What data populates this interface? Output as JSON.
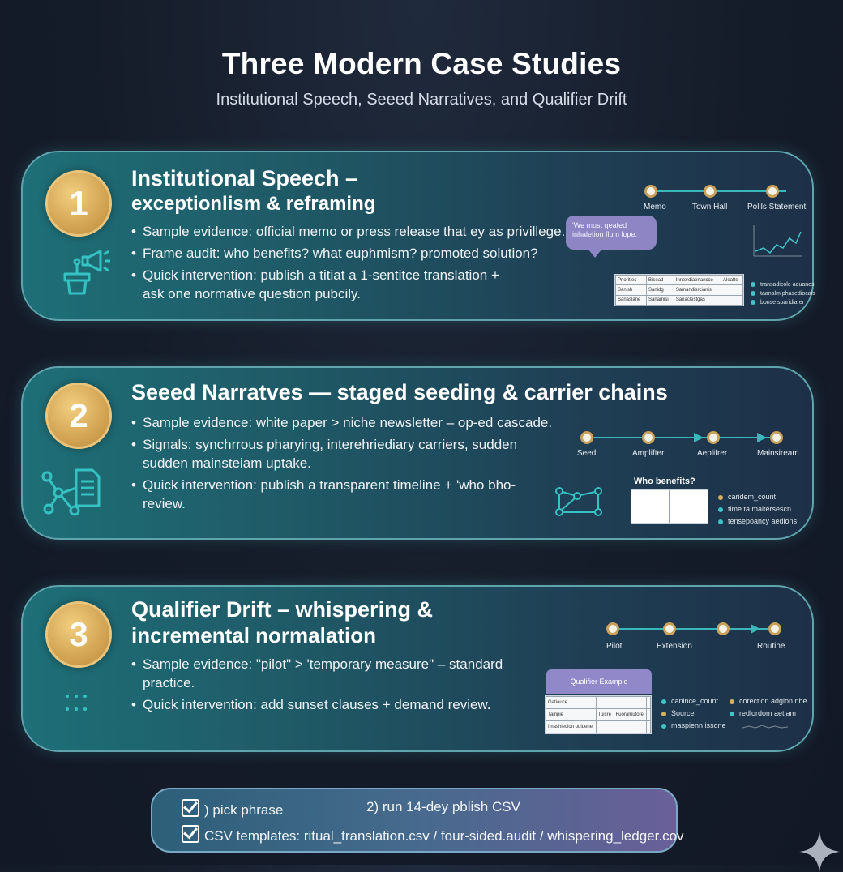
{
  "header": {
    "title": "Three Modern Case Studies",
    "subtitle": "Institutional Speech, Seeed Narratives, and Qualifier Drift"
  },
  "cases": [
    {
      "number": "1",
      "title_line1": "Institutional Speech –",
      "title_line2": "exceptionlism & reframing",
      "bullets": [
        "Sample evidence: official memo or press release that ey as privillege.",
        "Frame audit: who benefits? what euphmism? promoted solution?",
        "Quick intervention: publish a titiat a 1-sentitce translation +\nask one normative question pubcily."
      ],
      "timeline": [
        "Memo",
        "Town Hall",
        "Polils Statement"
      ],
      "speech_bubble": "'We must geated inhaletion flum lope.",
      "table_rows": [
        [
          "Priorities",
          "Bisead",
          "Innterdiaenancce",
          "Aleatte"
        ],
        [
          "Sanish",
          "Sanidg",
          "Samandisrcianis",
          ""
        ],
        [
          "Sanaslane",
          "Sanamisi",
          "Sanaclestgas",
          ""
        ]
      ],
      "legend": [
        "transadicole aquanes",
        "taanalm phasediocais",
        "bonse sparidiarer"
      ],
      "icon": "podium-megaphone-icon"
    },
    {
      "number": "2",
      "title": "Seeed Narratves — staged seeding & carrier chains",
      "bullets": [
        "Sample evidence: white paper > niche newsletter – op-ed cascade.",
        "Signals: synchrrous pharying, interehriediary carriers, sudden\nsudden mainsteiam uptake.",
        "Quick intervention: publish a transparent timeline + 'who bho-\nreview."
      ],
      "timeline": [
        "Seed",
        "Amplifter",
        "Aeplifrer",
        "Mainsiream"
      ],
      "who_label": "Who benefits?",
      "legend": [
        "caridem_count",
        "time ta maltersescn",
        "tensepoancy aedions"
      ],
      "icon": "network-document-icon"
    },
    {
      "number": "3",
      "title_line1": "Qualifier Drift – whispering &",
      "title_line2": "incremental normalation",
      "bullets": [
        "Sample evidence: \"pilot\" > 'temporary measure\" – standard\npractice.",
        "Quick intervention: add sunset clauses + demand review."
      ],
      "timeline": [
        "Pilot",
        "Extension",
        "Routine"
      ],
      "qualifier_header": "Qualifier Example",
      "table_rows": [
        [
          "Gatiauce",
          "",
          "",
          ""
        ],
        [
          "Tainpie",
          "Tuisre",
          "Fuoramutore",
          ""
        ],
        [
          "Imashiecion ouldene",
          "",
          "",
          ""
        ]
      ],
      "legend_left": [
        "canince_count",
        "Source",
        "maspienn issone"
      ],
      "legend_right": [
        "corection adgion nbe",
        "redlordom aetiam"
      ],
      "icon": "dots-icon"
    }
  ],
  "footer": {
    "row1_left": ") pick phrase",
    "row1_right": "2) run 14-dey pblish CSV",
    "row2": "CSV templates: ritual_translation.csv / four-sided.audit / whispering_ledger.cov"
  },
  "colors": {
    "background": "#151c29",
    "card_border": "#5fa4ad",
    "gold": "#d2a453",
    "accent_teal": "#3ec4c4",
    "accent_purple": "#9088c8"
  }
}
